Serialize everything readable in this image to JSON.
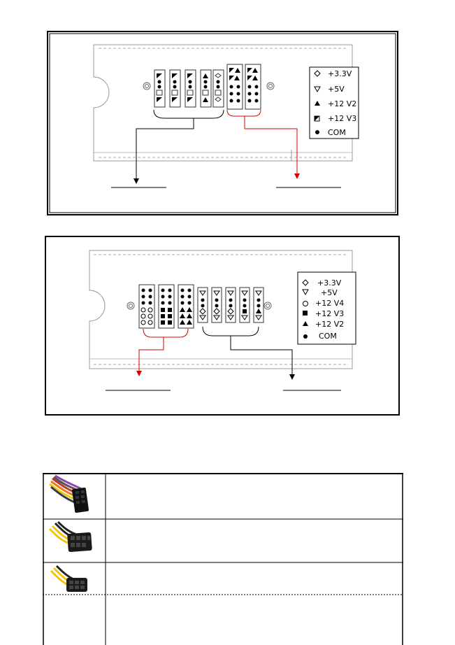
{
  "diagram1": {
    "legend": [
      {
        "symbol": "diamond-open",
        "label": "+3.3V"
      },
      {
        "symbol": "triangle-open-down",
        "label": "+5V"
      },
      {
        "symbol": "triangle-filled",
        "label": "+12 V2"
      },
      {
        "symbol": "square-half",
        "label": "+12 V3"
      },
      {
        "symbol": "circle-filled",
        "label": "COM"
      }
    ],
    "colors": {
      "left_group": "#000000",
      "right_group": "#d40000"
    }
  },
  "diagram2": {
    "legend": [
      {
        "symbol": "diamond-open",
        "label": "+3.3V"
      },
      {
        "symbol": "triangle-open-down",
        "label": "+5V"
      },
      {
        "symbol": "circle-open",
        "label": "+12 V4"
      },
      {
        "symbol": "square-filled",
        "label": "+12 V3"
      },
      {
        "symbol": "triangle-filled",
        "label": "+12 V2"
      },
      {
        "symbol": "circle-filled",
        "label": "COM"
      }
    ],
    "colors": {
      "left_group": "#d40000",
      "right_group": "#000000"
    }
  },
  "connector_table": {
    "rows": [
      {
        "icon": "24-pin-atx-cable-photo"
      },
      {
        "icon": "8-pin-eps-cable-photo"
      },
      {
        "icon": "6-pin-pcie-cable-photo"
      }
    ]
  }
}
